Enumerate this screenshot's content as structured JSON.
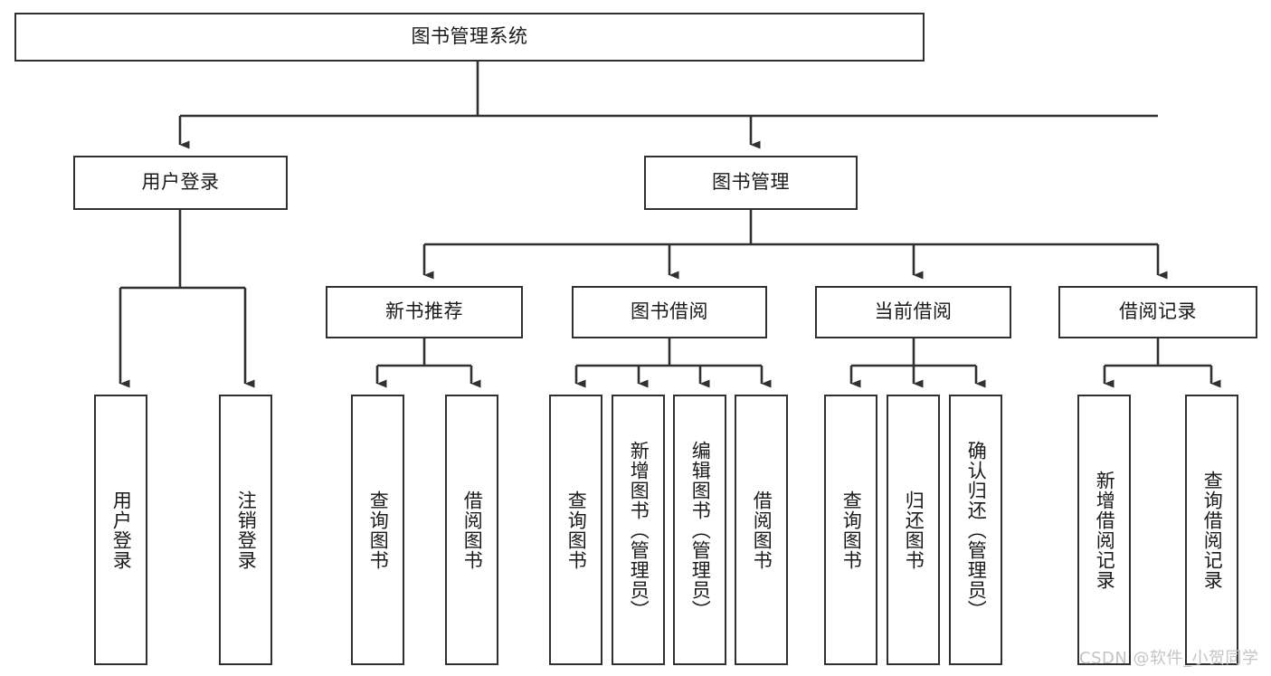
{
  "diagram": {
    "title": "图书管理系统",
    "type": "hierarchy-tree",
    "watermark": "CSDN @软件_小贺同学",
    "colors": {
      "stroke": "#303030",
      "text": "#1a1a1a",
      "background": "#ffffff",
      "watermark": "#c4c4c4"
    },
    "root": {
      "label": "图书管理系统"
    },
    "level2": [
      {
        "label": "用户登录"
      },
      {
        "label": "图书管理"
      }
    ],
    "level3": [
      {
        "label": "新书推荐"
      },
      {
        "label": "图书借阅"
      },
      {
        "label": "当前借阅"
      },
      {
        "label": "借阅记录"
      }
    ],
    "leaves": {
      "user_login": [
        {
          "label": "用户登录"
        },
        {
          "label": "注销登录"
        }
      ],
      "new_book_recommend": [
        {
          "label": "查询图书"
        },
        {
          "label": "借阅图书"
        }
      ],
      "book_borrow": [
        {
          "label": "查询图书"
        },
        {
          "label": "新增图书（管理员）"
        },
        {
          "label": "编辑图书（管理员）"
        },
        {
          "label": "借阅图书"
        }
      ],
      "current_borrow": [
        {
          "label": "查询图书"
        },
        {
          "label": "归还图书"
        },
        {
          "label": "确认归还（管理员）"
        }
      ],
      "borrow_record": [
        {
          "label": "新增借阅记录"
        },
        {
          "label": "查询借阅记录"
        }
      ]
    }
  }
}
